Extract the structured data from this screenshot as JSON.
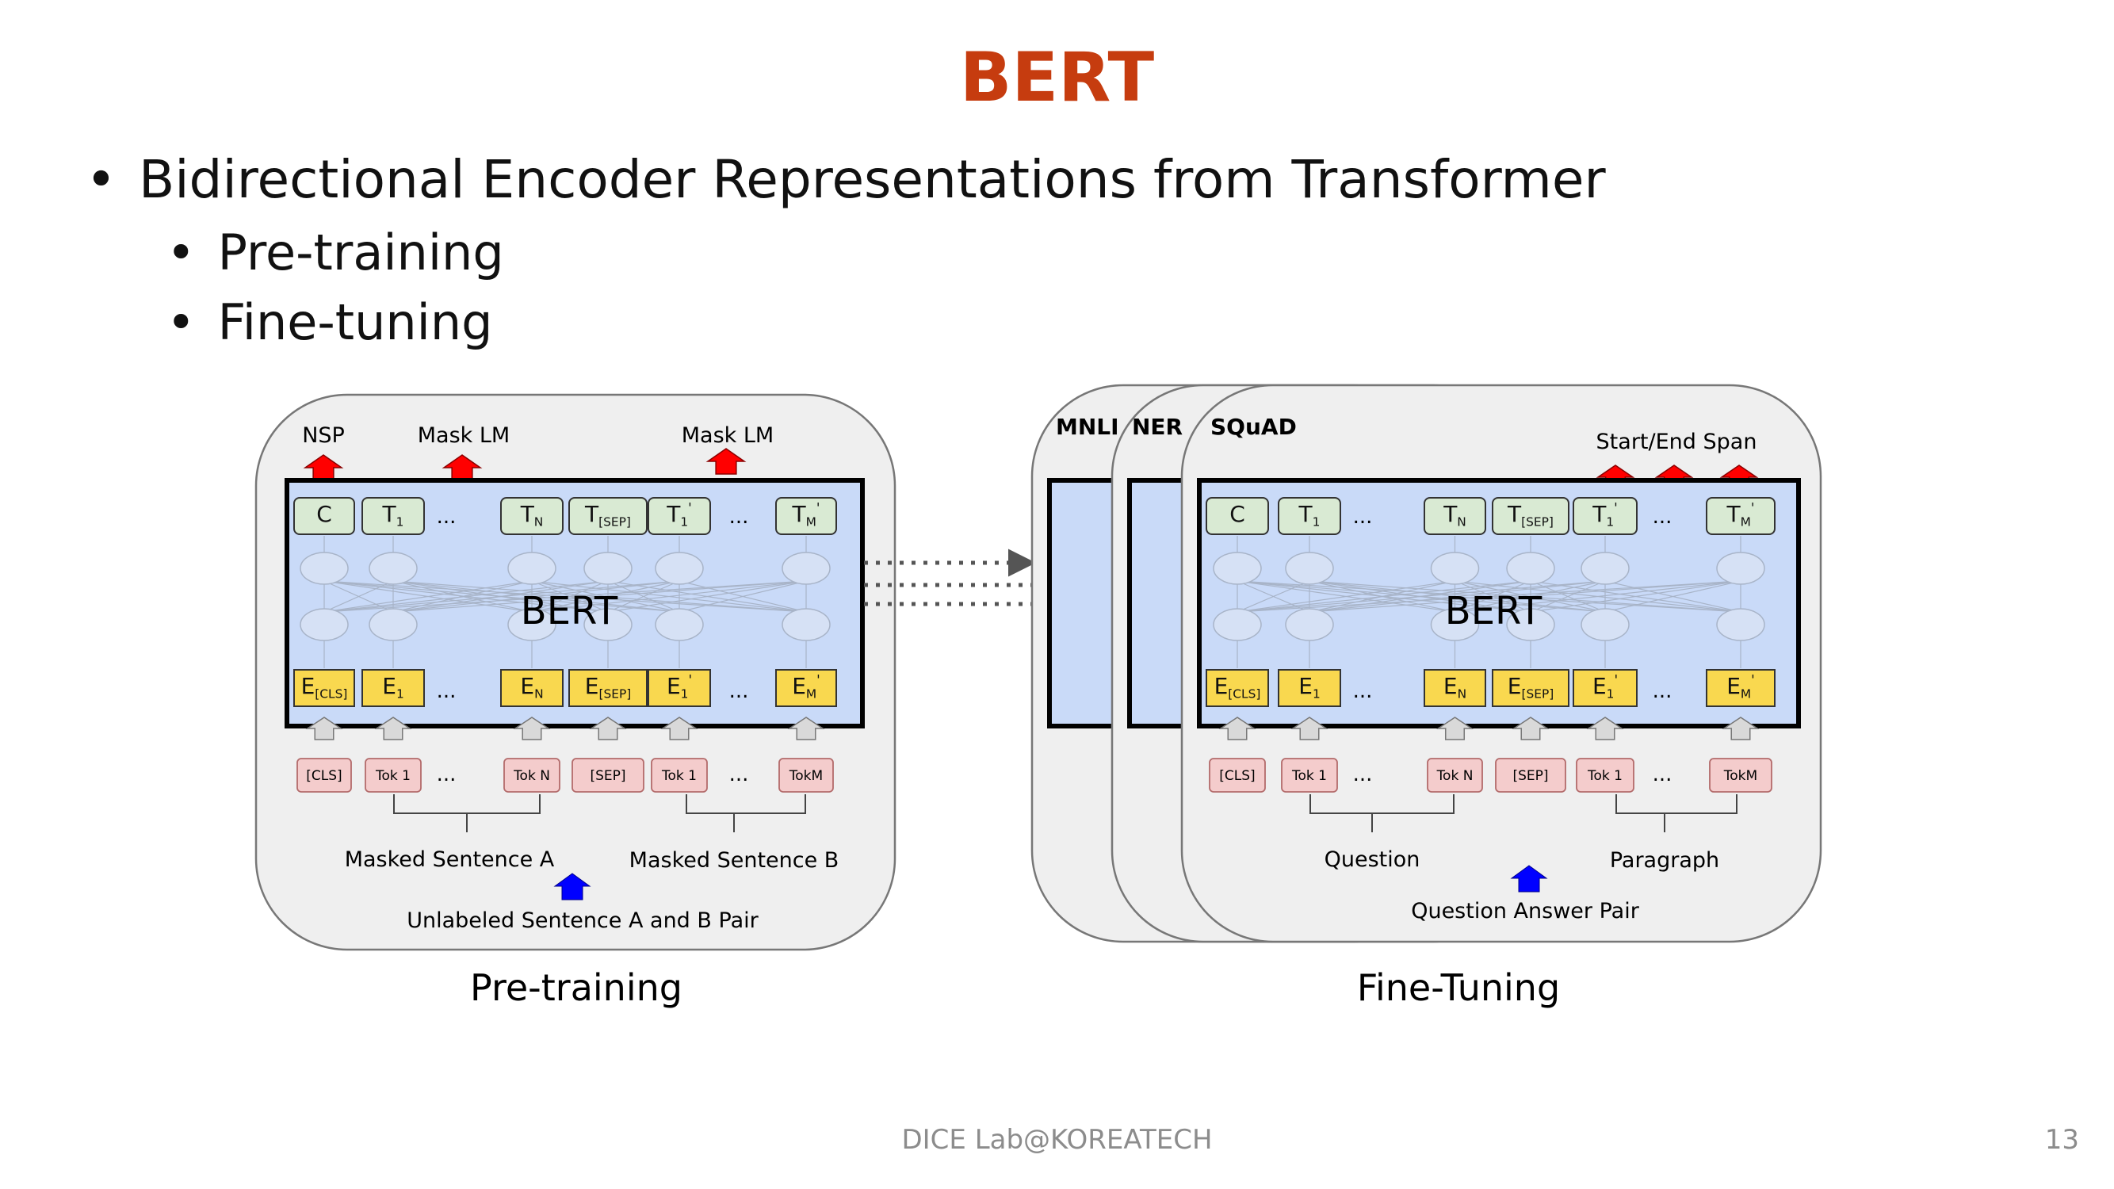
{
  "slide": {
    "title": "BERT",
    "bullets": [
      {
        "text": "Bidirectional Encoder Representations from Transformer",
        "level": 1
      },
      {
        "text": "Pre-training",
        "level": 2
      },
      {
        "text": "Fine-tuning",
        "level": 2
      }
    ],
    "footer": "DICE Lab@KOREATECH",
    "page_number": "13"
  },
  "colors": {
    "title": "#c63c0f",
    "bert_fill": "#c9daf8",
    "output_token_fill": "#d9ead3",
    "embedding_fill": "#f9d84f",
    "input_token_fill": "#f4cccc",
    "output_arrow": "#ff0000",
    "input_arrow": "#0000ff"
  },
  "diagram": {
    "model_label": "BERT",
    "pretraining": {
      "caption": "Pre-training",
      "outputs": [
        "NSP",
        "Mask LM",
        "Mask LM"
      ],
      "input_label": "Unlabeled Sentence A and B Pair",
      "segment_a": "Masked Sentence A",
      "segment_b": "Masked Sentence B"
    },
    "finetuning": {
      "caption": "Fine-Tuning",
      "tasks": [
        "MNLI",
        "NER",
        "SQuAD"
      ],
      "output_label": "Start/End Span",
      "input_label": "Question Answer Pair",
      "segment_a": "Question",
      "segment_b": "Paragraph"
    },
    "output_tokens": [
      {
        "main": "C",
        "sub": "",
        "sup": ""
      },
      {
        "main": "T",
        "sub": "1",
        "sup": ""
      },
      {
        "main": "...",
        "sub": "",
        "sup": ""
      },
      {
        "main": "T",
        "sub": "N",
        "sup": ""
      },
      {
        "main": "T",
        "sub": "[SEP]",
        "sup": ""
      },
      {
        "main": "T",
        "sub": "1",
        "sup": "'"
      },
      {
        "main": "...",
        "sub": "",
        "sup": ""
      },
      {
        "main": "T",
        "sub": "M",
        "sup": "'"
      }
    ],
    "embeddings": [
      {
        "main": "E",
        "sub": "[CLS]",
        "sup": ""
      },
      {
        "main": "E",
        "sub": "1",
        "sup": ""
      },
      {
        "main": "...",
        "sub": "",
        "sup": ""
      },
      {
        "main": "E",
        "sub": "N",
        "sup": ""
      },
      {
        "main": "E",
        "sub": "[SEP]",
        "sup": ""
      },
      {
        "main": "E",
        "sub": "1",
        "sup": "'"
      },
      {
        "main": "...",
        "sub": "",
        "sup": ""
      },
      {
        "main": "E",
        "sub": "M",
        "sup": "'"
      }
    ],
    "input_tokens": [
      "[CLS]",
      "Tok 1",
      "...",
      "Tok N",
      "[SEP]",
      "Tok 1",
      "...",
      "TokM"
    ]
  }
}
